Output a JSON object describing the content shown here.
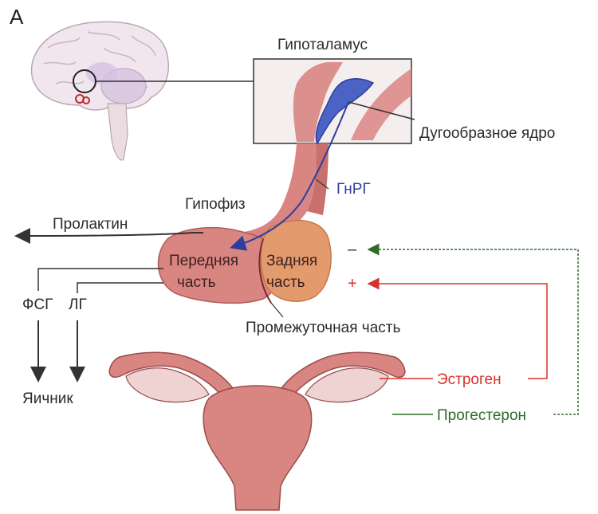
{
  "panel_letter": "А",
  "labels": {
    "hypothalamus": "Гипоталамус",
    "arcuate_nucleus": "Дугообразное ядро",
    "gnrh": "ГнРГ",
    "pituitary": "Гипофиз",
    "prolactin": "Пролактин",
    "anterior_1": "Передняя",
    "anterior_2": "часть",
    "posterior_1": "Задняя",
    "posterior_2": "часть",
    "intermediate": "Промежуточная часть",
    "fsh": "ФСГ",
    "lh": "ЛГ",
    "ovary": "Яичник",
    "estrogen": "Эстроген",
    "progesterone": "Прогестерон",
    "minus": "–",
    "plus": "+"
  },
  "colors": {
    "estrogen": "#d8312c",
    "progesterone": "#2f6b2a",
    "gnrh": "#2f3d9e",
    "tissue": "#d98582",
    "tissue_dark": "#b35a5a",
    "posterior_lobe": "#e39a6c",
    "arcuate": "#4a63c4"
  }
}
